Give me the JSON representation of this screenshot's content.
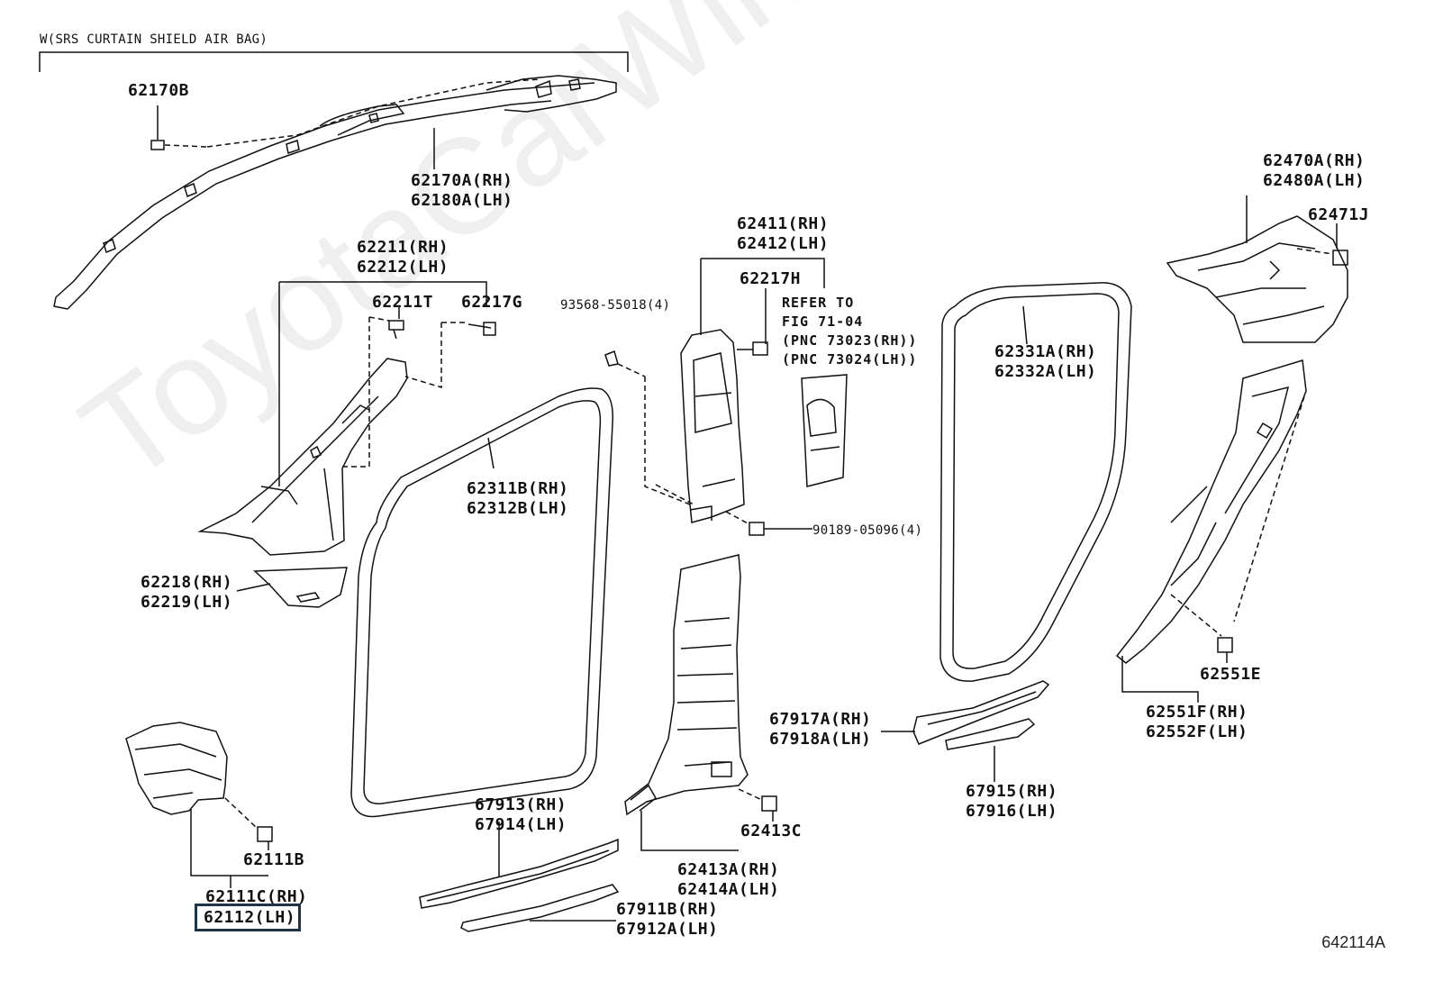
{
  "header": {
    "note": "W(SRS CURTAIN SHIELD AIR BAG)"
  },
  "watermark": "ToyotaCarWine.ru",
  "figure_id": "642114A",
  "refer": {
    "l1": "REFER TO",
    "l2": "FIG 71-04",
    "l3": "(PNC 73023(RH))",
    "l4": "(PNC 73024(LH))"
  },
  "parts": {
    "p62170B": "62170B",
    "p62170A": "62170A(RH)",
    "p62180A": "62180A(LH)",
    "p62211": "62211(RH)",
    "p62212": "62212(LH)",
    "p62211T": "62211T",
    "p62217G": "62217G",
    "p62218": "62218(RH)",
    "p62219": "62219(LH)",
    "p93568": "93568-55018(4)",
    "p62411": "62411(RH)",
    "p62412": "62412(LH)",
    "p62217H": "62217H",
    "p62311B": "62311B(RH)",
    "p62312B": "62312B(LH)",
    "p90189": "90189-05096(4)",
    "p62331A": "62331A(RH)",
    "p62332A": "62332A(LH)",
    "p62470A": "62470A(RH)",
    "p62480A": "62480A(LH)",
    "p62471J": "62471J",
    "p62551E": "62551E",
    "p62551F": "62551F(RH)",
    "p62552F": "62552F(LH)",
    "p67917A": "67917A(RH)",
    "p67918A": "67918A(LH)",
    "p67915": "67915(RH)",
    "p67916": "67916(LH)",
    "p62413C": "62413C",
    "p62413A": "62413A(RH)",
    "p62414A": "62414A(LH)",
    "p67913": "67913(RH)",
    "p67914": "67914(LH)",
    "p67911B": "67911B(RH)",
    "p67912A": "67912A(LH)",
    "p62111B": "62111B",
    "p62111C": "62111C(RH)",
    "p62112": "62112(LH)"
  }
}
